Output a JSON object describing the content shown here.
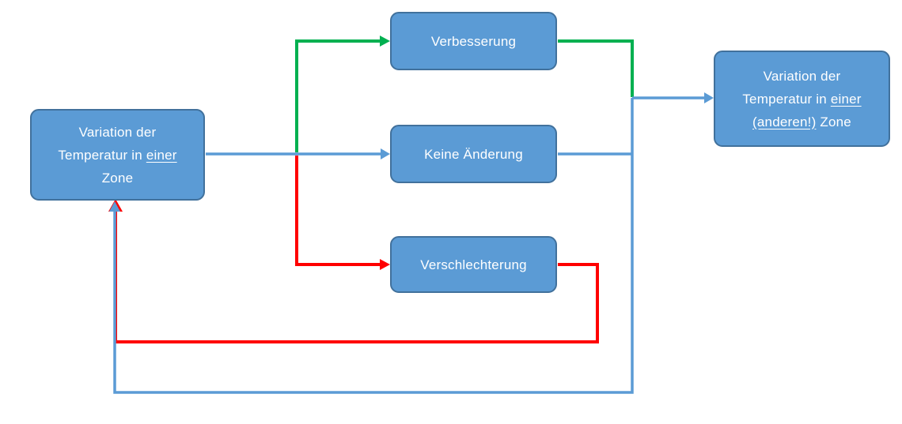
{
  "diagram": {
    "nodes": {
      "left": {
        "line1": "Variation der",
        "line2a": "Temperatur in ",
        "line2b": "einer",
        "line3": "Zone"
      },
      "improvement": {
        "label": "Verbesserung"
      },
      "no_change": {
        "label": "Keine Änderung"
      },
      "worsening": {
        "label": "Verschlechterung"
      },
      "right": {
        "line1": "Variation der",
        "line2a": "Temperatur in ",
        "line2b": "einer",
        "line3a": "(anderen!)",
        "line3b": " Zone"
      }
    },
    "colors": {
      "node_fill": "#5B9BD5",
      "node_border": "#41719C",
      "node_text": "#FFFFFF",
      "connector_blue": "#5B9BD5",
      "connector_green": "#00B050",
      "connector_red": "#FF0000"
    }
  }
}
